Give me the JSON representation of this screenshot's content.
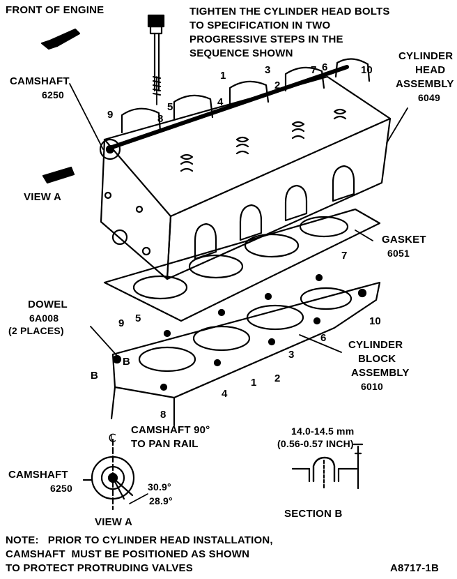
{
  "labels": {
    "front_of_engine": "FRONT OF ENGINE",
    "instruction_line1": "TIGHTEN THE CYLINDER HEAD BOLTS",
    "instruction_line2": "TO SPECIFICATION IN TWO",
    "instruction_line3": "PROGRESSIVE STEPS IN THE",
    "instruction_line4": "SEQUENCE SHOWN",
    "camshaft_top": "CAMSHAFT",
    "camshaft_top_part": "6250",
    "cyl_head_line1": "CYLINDER",
    "cyl_head_line2": "HEAD",
    "cyl_head_line3": "ASSEMBLY",
    "cyl_head_part": "6049",
    "view_a": "VIEW A",
    "gasket": "GASKET",
    "gasket_part": "6051",
    "dowel": "DOWEL",
    "dowel_part": "6A008",
    "dowel_places": "(2 PLACES)",
    "cyl_block_line1": "CYLINDER",
    "cyl_block_line2": "BLOCK",
    "cyl_block_line3": "ASSEMBLY",
    "cyl_block_part": "6010",
    "section_letter_b": "B",
    "section_letter_b2": "B",
    "camshaft_90_line1": "CAMSHAFT 90°",
    "camshaft_90_line2": "TO PAN RAIL",
    "centerline": "ℂ",
    "dim_mm": "14.0-14.5 mm",
    "dim_inch": "(0.56-0.57 INCH)",
    "camshaft_bottom": "CAMSHAFT",
    "camshaft_bottom_part": "6250",
    "angle_1": "30.9°",
    "angle_2": "28.9°",
    "view_a_bottom": "VIEW A",
    "section_b": "SECTION B",
    "note_line1": "NOTE:   PRIOR TO CYLINDER HEAD INSTALLATION,",
    "note_line2": "CAMSHAFT  MUST BE POSITIONED AS SHOWN",
    "note_line3": "TO PROTECT PROTRUDING VALVES",
    "figure_code": "A8717-1B"
  },
  "head_sequence": [
    "1",
    "2",
    "3",
    "4",
    "5",
    "6",
    "7",
    "8",
    "9",
    "10"
  ],
  "block_sequence": [
    "1",
    "2",
    "3",
    "4",
    "5",
    "6",
    "7",
    "8",
    "9",
    "10"
  ]
}
